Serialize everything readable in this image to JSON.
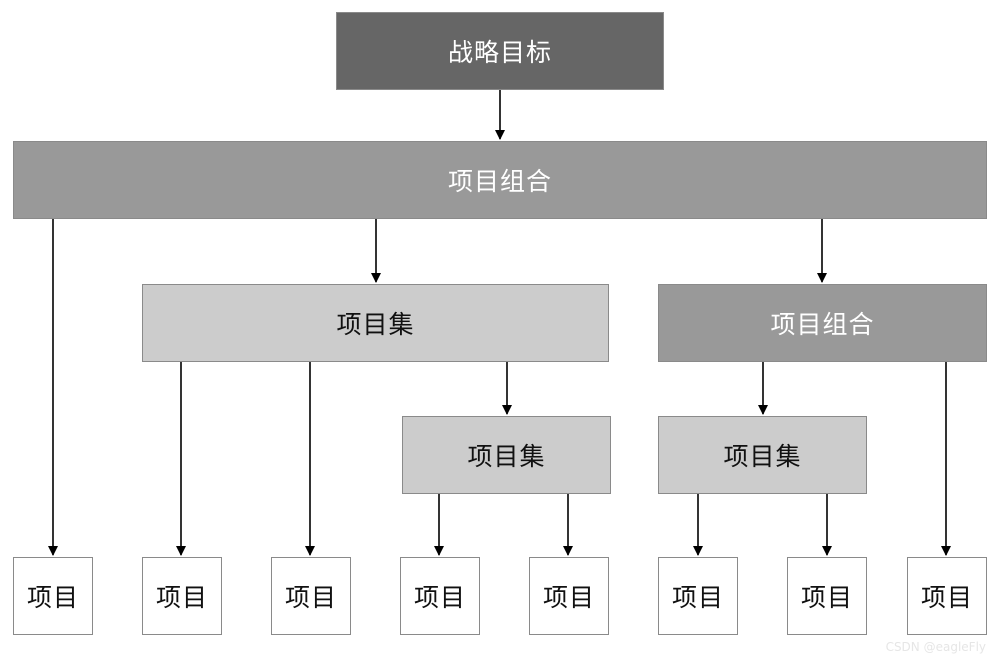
{
  "diagram": {
    "strategy": "战略目标",
    "portfolio_top": "项目组合",
    "program_left": "项目集",
    "portfolio_right": "项目组合",
    "program_mid": "项目集",
    "program_right": "项目集",
    "projects": [
      "项目",
      "项目",
      "项目",
      "项目",
      "项目",
      "项目",
      "项目",
      "项目"
    ]
  },
  "colors": {
    "dark": "#666666",
    "mid": "#999999",
    "light": "#cccccc",
    "white": "#ffffff",
    "line": "#000000"
  },
  "watermark": "CSDN @eagleFly"
}
